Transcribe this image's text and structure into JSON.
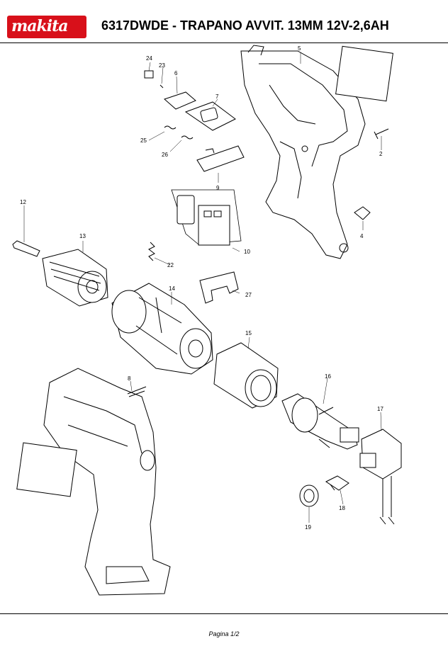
{
  "header": {
    "brand": "makita",
    "title": "6317DWDE - TRAPANO AVVIT. 13MM 12V-2,6AH"
  },
  "parts": [
    {
      "number": "2"
    },
    {
      "number": "4"
    },
    {
      "number": "5"
    },
    {
      "number": "6"
    },
    {
      "number": "7"
    },
    {
      "number": "8"
    },
    {
      "number": "9"
    },
    {
      "number": "10"
    },
    {
      "number": "12"
    },
    {
      "number": "13"
    },
    {
      "number": "14"
    },
    {
      "number": "15"
    },
    {
      "number": "16"
    },
    {
      "number": "17"
    },
    {
      "number": "18"
    },
    {
      "number": "19"
    },
    {
      "number": "22"
    },
    {
      "number": "23"
    },
    {
      "number": "24"
    },
    {
      "number": "25"
    },
    {
      "number": "26"
    },
    {
      "number": "27"
    }
  ],
  "footer": {
    "page": "Pagina 1/2"
  }
}
